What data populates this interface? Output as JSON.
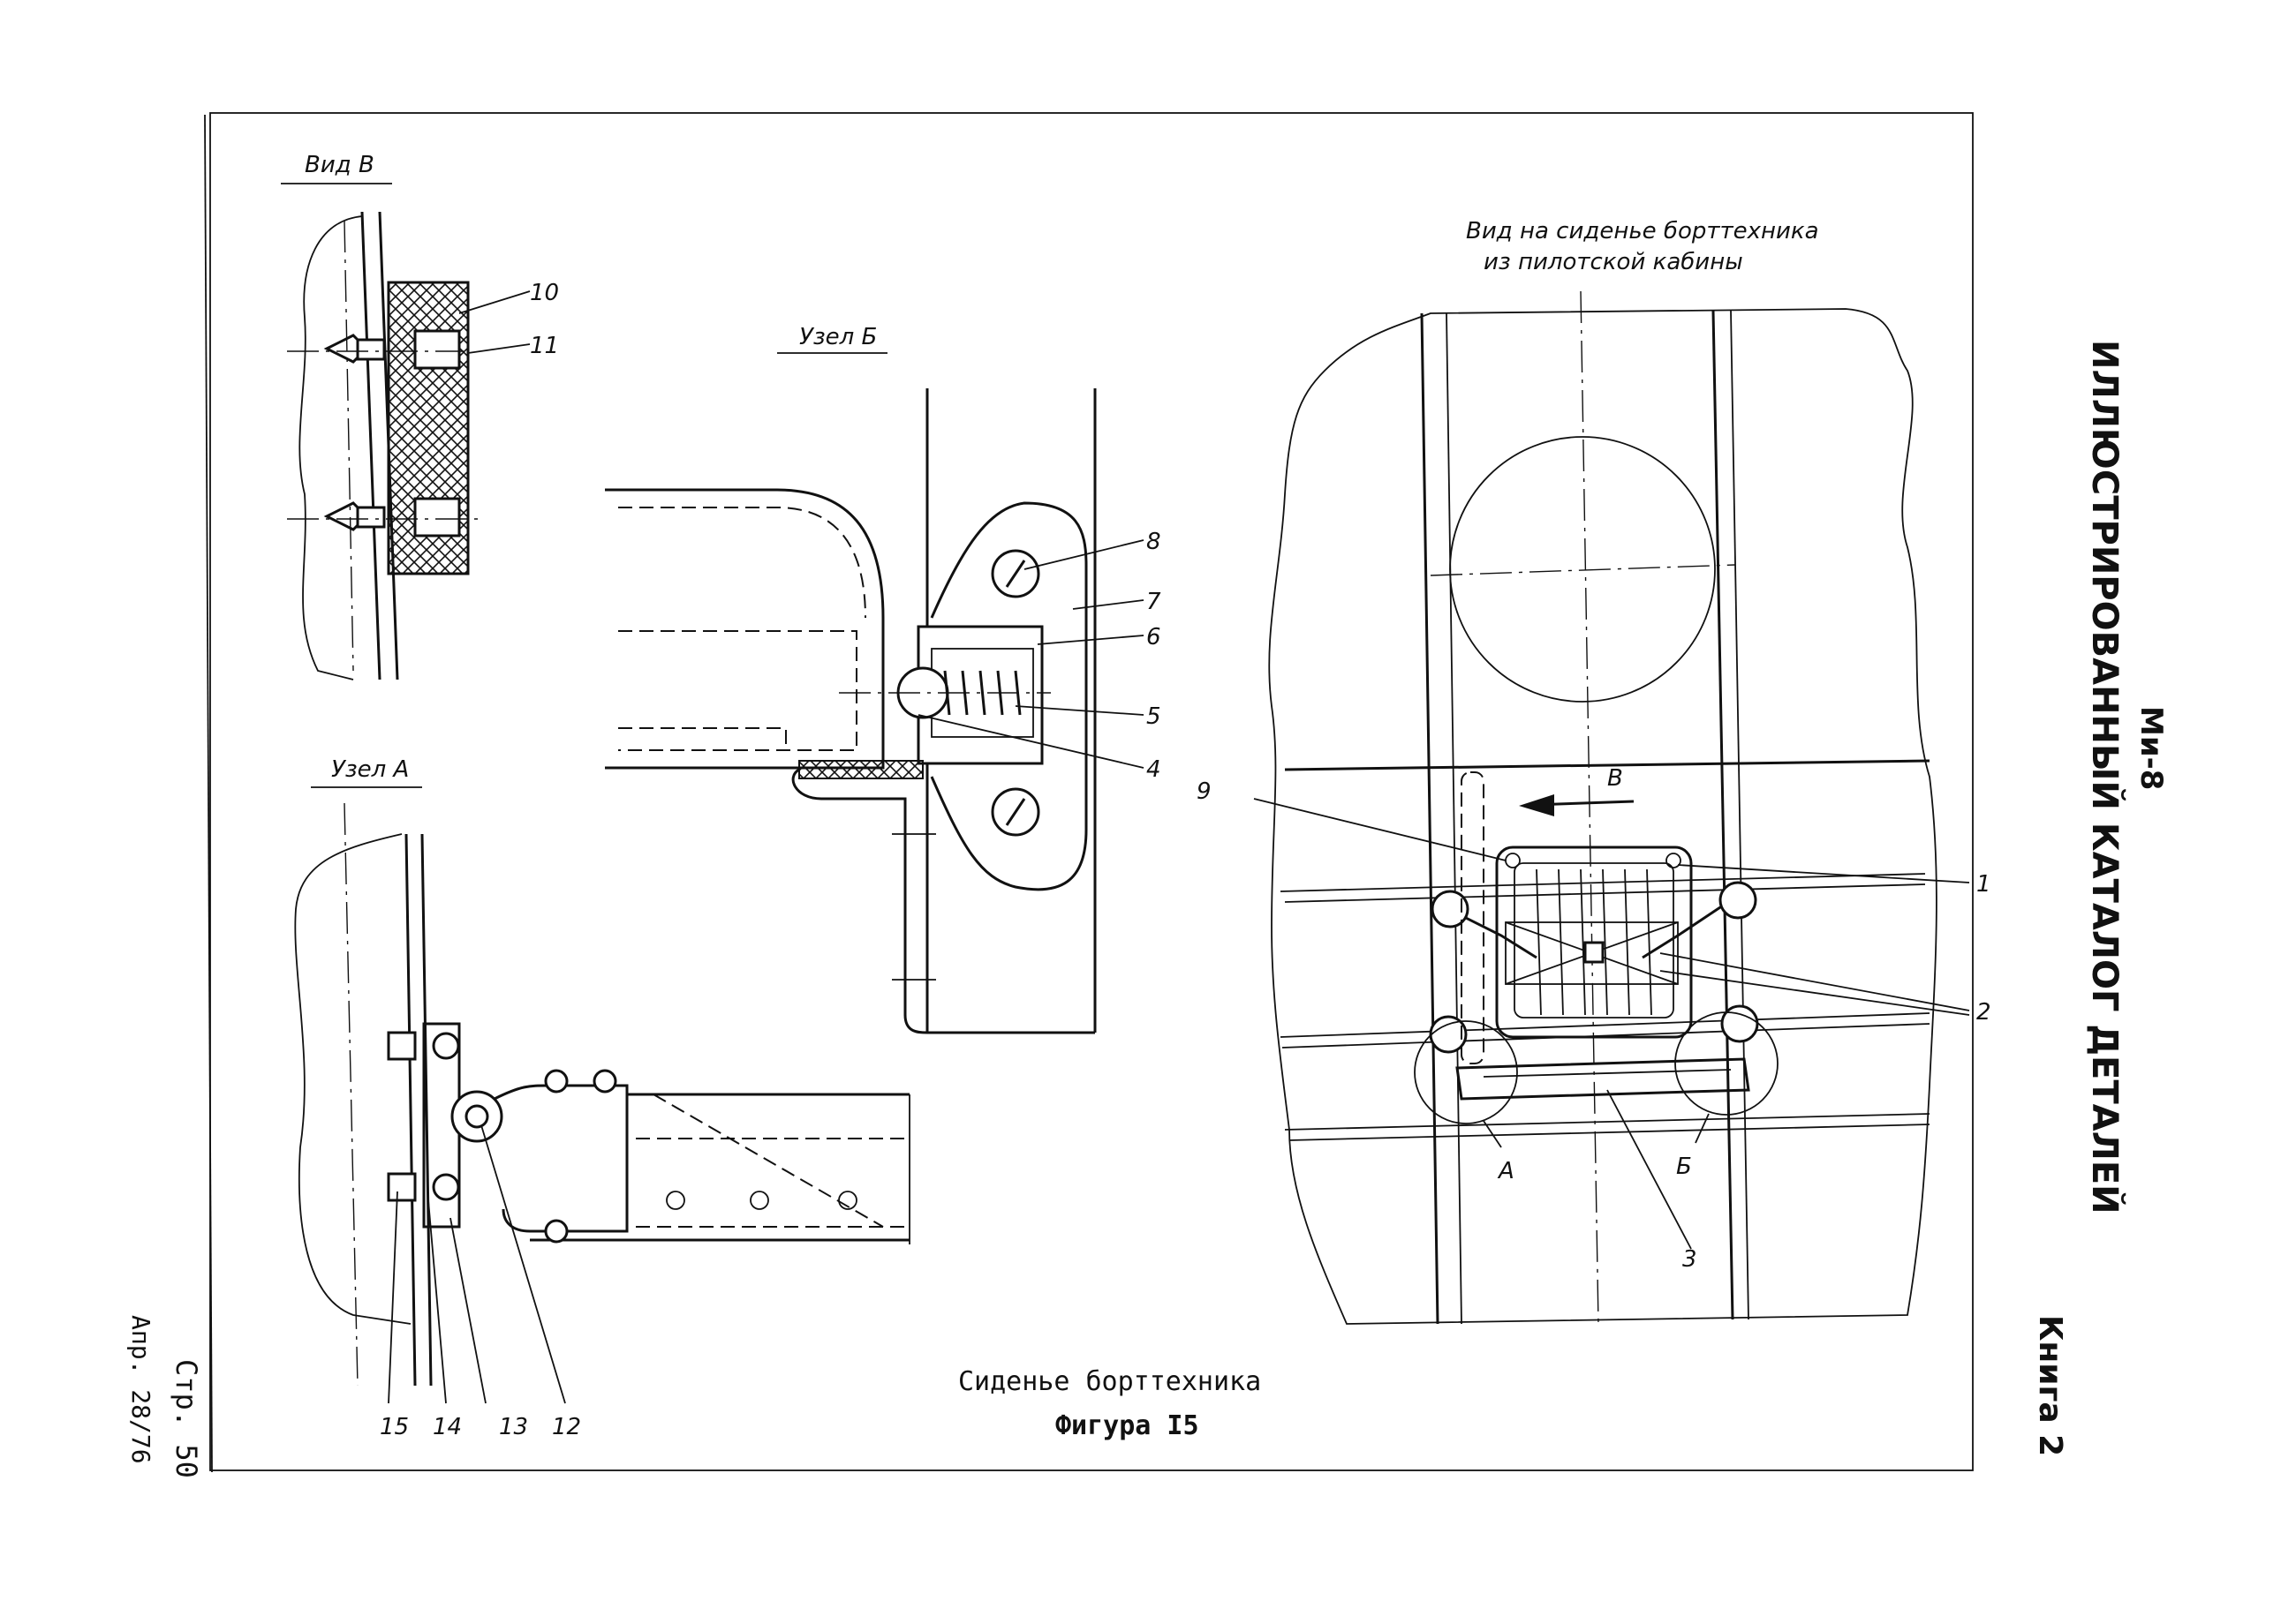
{
  "document": {
    "header_model": "Ми-8",
    "header_title": "ИЛЛЮСТРИРОВАННЫЙ КАТАЛОГ ДЕТАЛЕЙ",
    "book": "Книга 2",
    "page": "Стр. 50",
    "revision": "Апр. 28/76",
    "caption": "Сиденье борттехника",
    "figure": "Фигура I5"
  },
  "views": {
    "view_v": "Вид В",
    "node_b": "Узел Б",
    "node_a": "Узел А",
    "main_view_line1": "Вид на сиденье борттехника",
    "main_view_line2": "из пилотской кабины"
  },
  "markers": {
    "arrow_v": "В",
    "circle_a": "А",
    "circle_b": "Б"
  },
  "callouts": [
    "1",
    "2",
    "3",
    "4",
    "5",
    "6",
    "7",
    "8",
    "9",
    "10",
    "11",
    "12",
    "13",
    "14",
    "15"
  ]
}
